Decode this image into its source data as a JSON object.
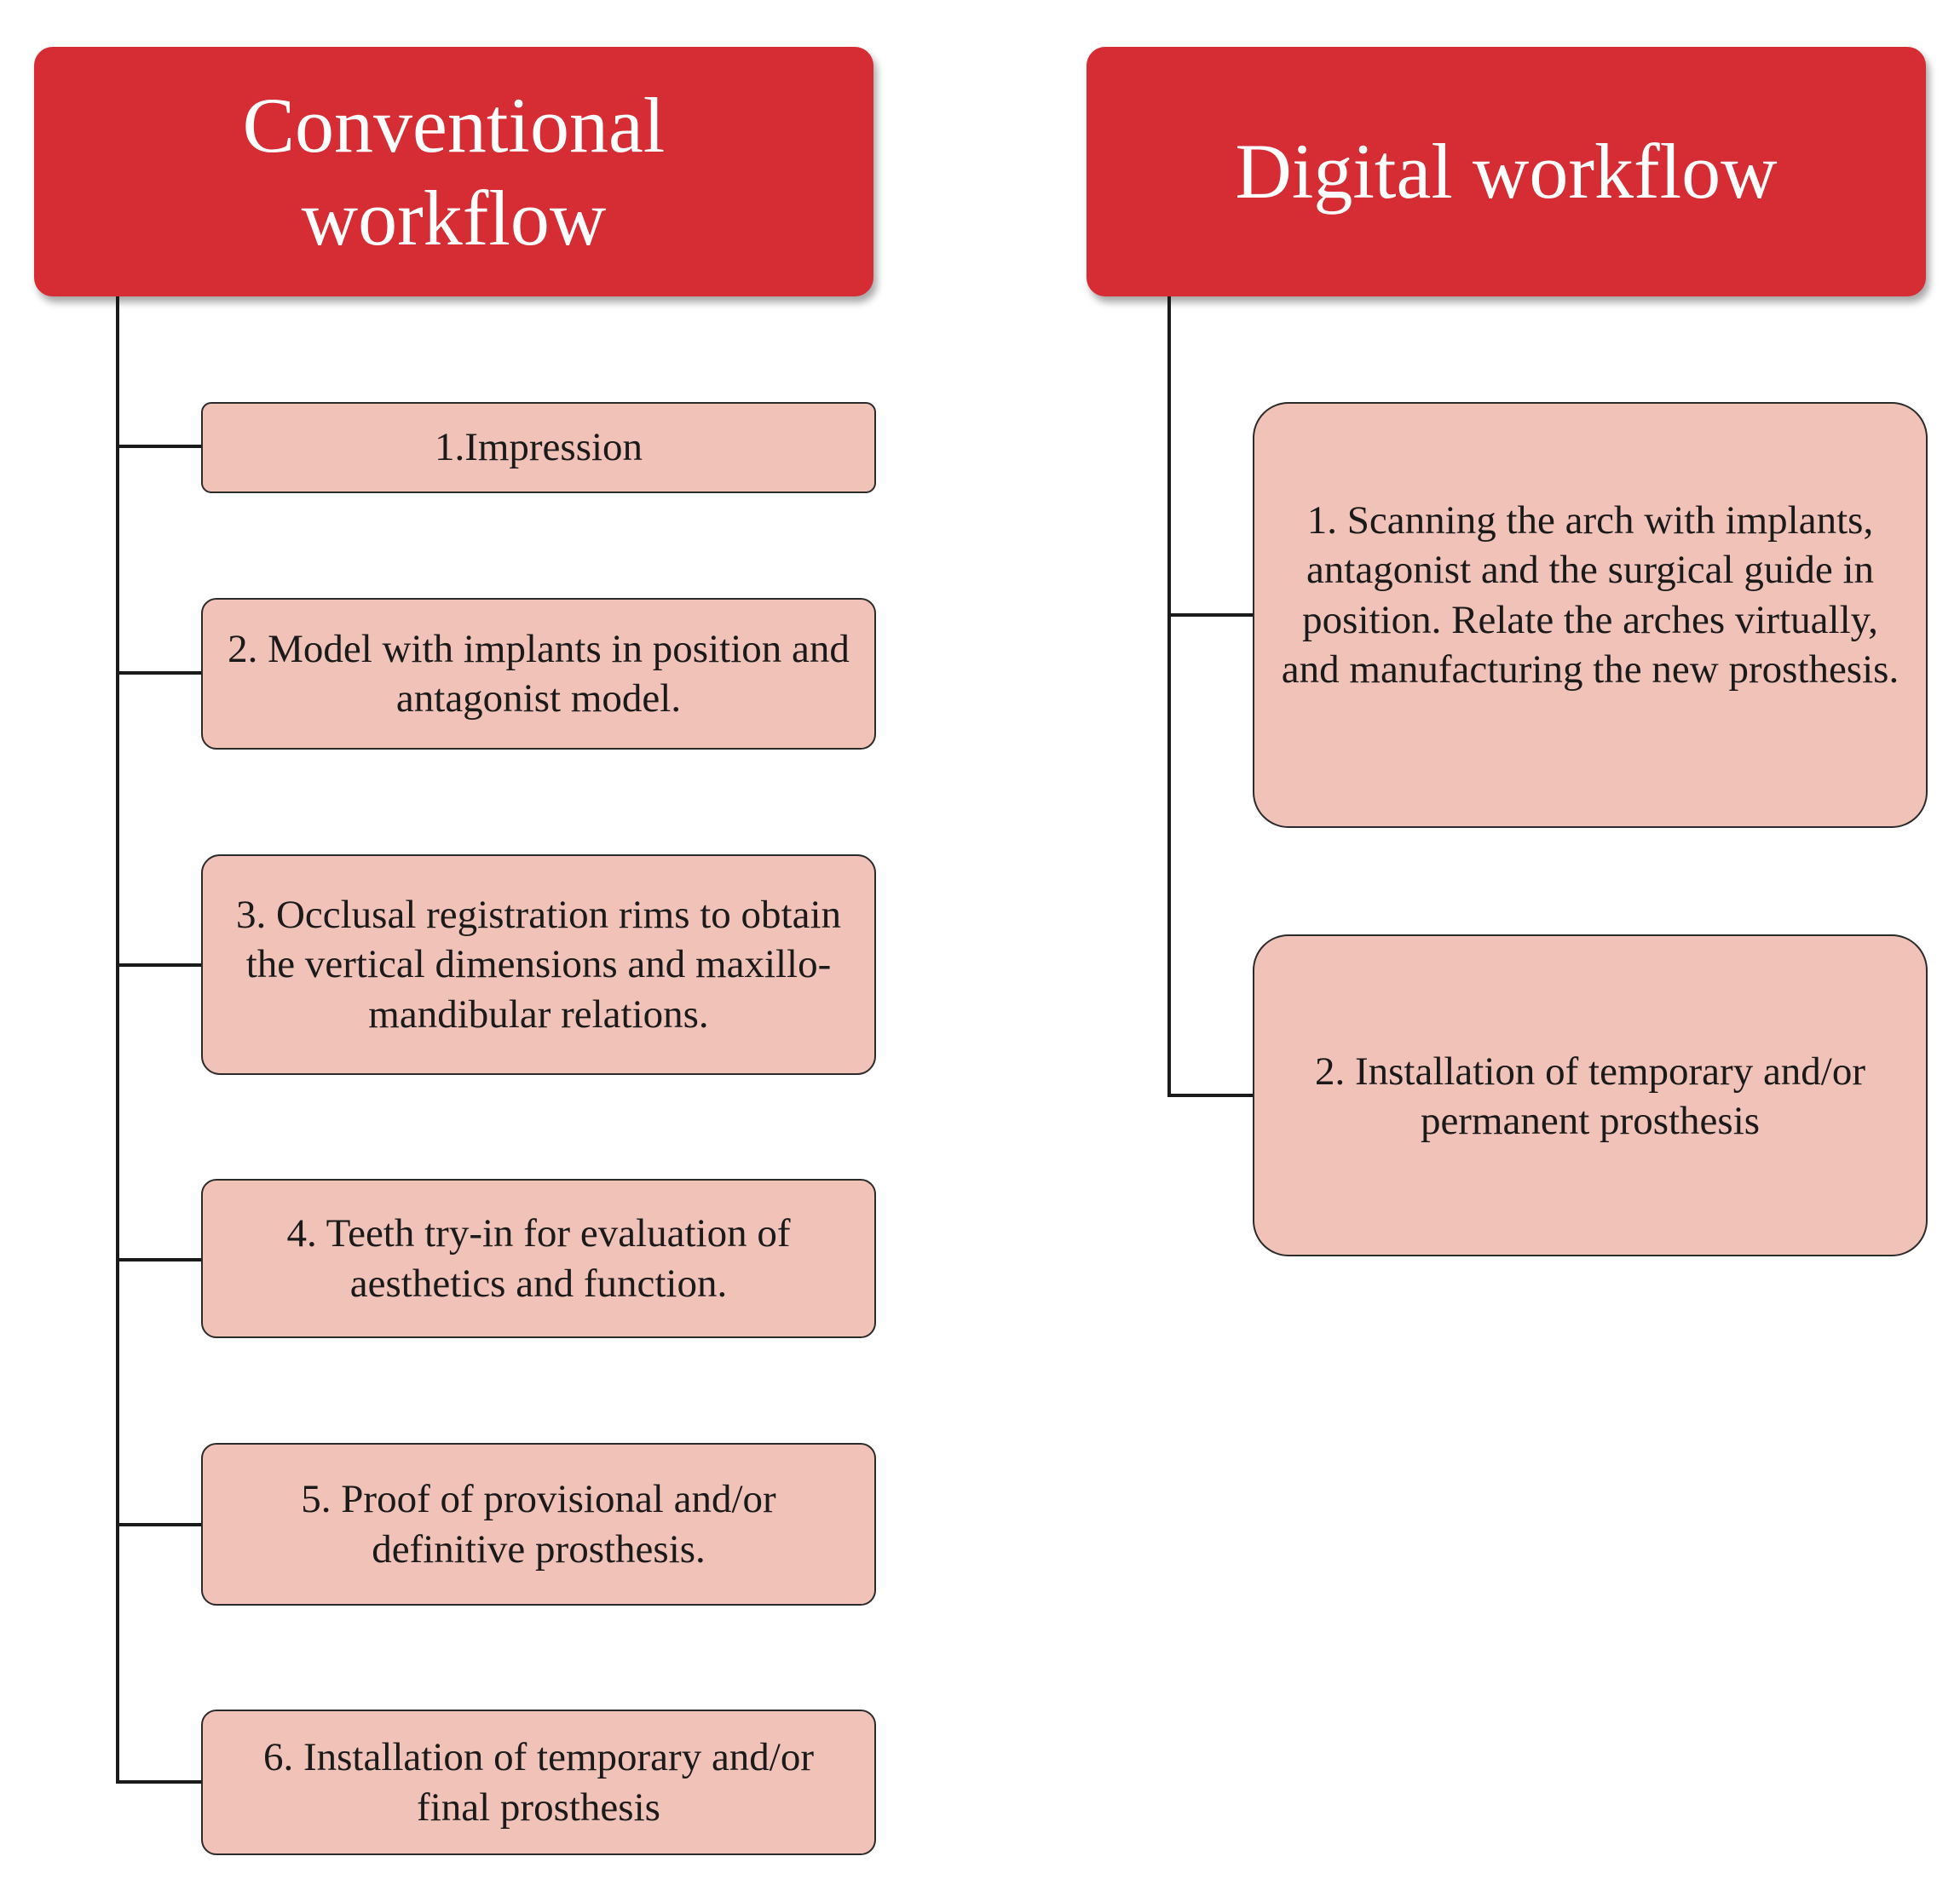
{
  "conventional": {
    "title": "Conventional workflow",
    "steps": [
      "1.Impression",
      "2. Model with implants in position and antagonist model.",
      "3. Occlusal registration rims to obtain the vertical dimensions and maxillo-mandibular relations.",
      "4. Teeth try-in for evaluation of aesthetics and function.",
      "5. Proof of provisional and/or definitive prosthesis.",
      "6. Installation of temporary and/or final prosthesis"
    ]
  },
  "digital": {
    "title": "Digital workflow",
    "steps": [
      "1. Scanning the arch with implants, antagonist and the surgical guide in position. Relate the arches virtually, and manufacturing the new prosthesis.",
      "2. Installation of temporary and/or permanent prosthesis"
    ]
  },
  "colors": {
    "header_fill": "#d62c33",
    "step_fill": "#f1c3b8",
    "connector": "#1a1a1a"
  }
}
